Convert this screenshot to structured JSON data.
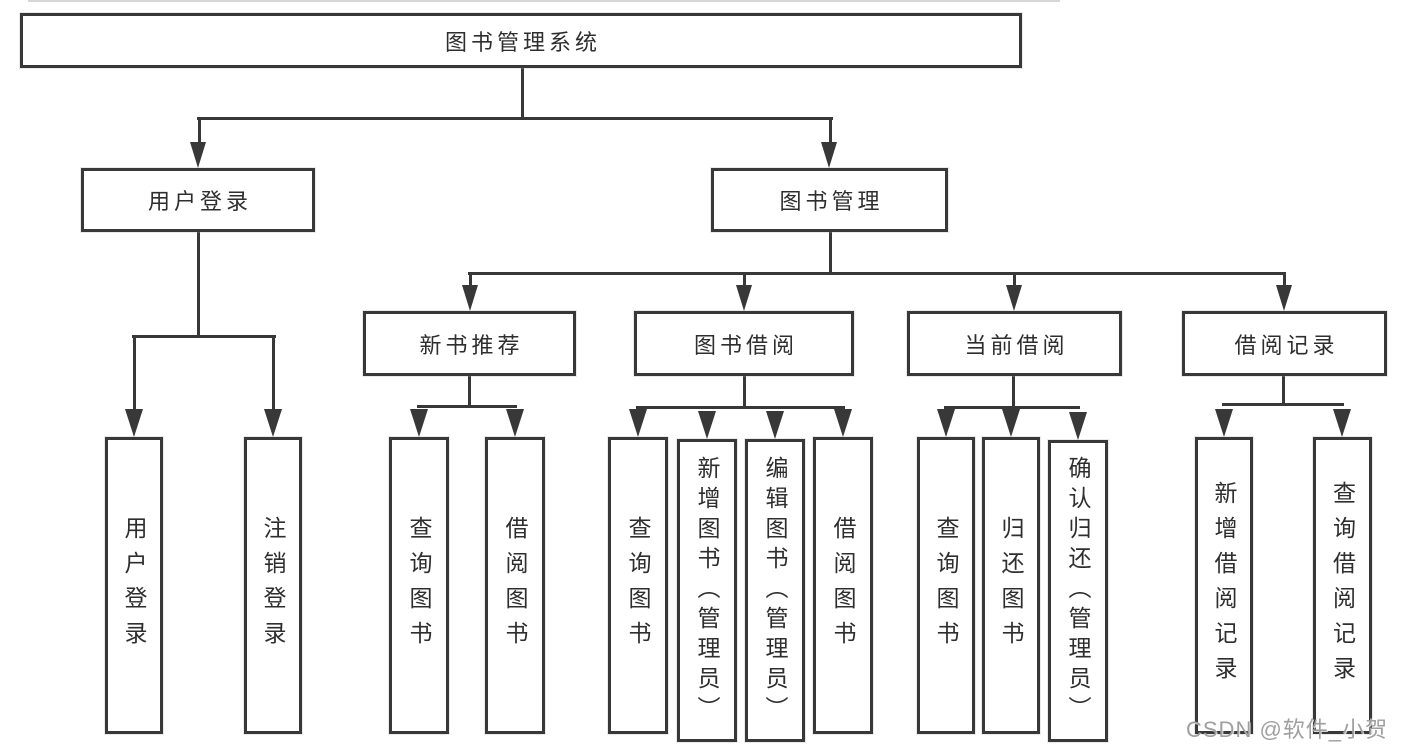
{
  "diagram_title": "图书管理系统",
  "colors": {
    "line": "#383838",
    "text": "#2e2e2e",
    "background": "#ffffff",
    "watermark": "#9f9f9f"
  },
  "nodes": {
    "root": {
      "label": "图书管理系统"
    },
    "level2": {
      "user_login_group": {
        "label": "用户登录"
      },
      "book_management": {
        "label": "图书管理"
      }
    },
    "level3": {
      "new_book_recommend": {
        "label": "新书推荐"
      },
      "book_borrowing": {
        "label": "图书借阅"
      },
      "current_borrowing": {
        "label": "当前借阅"
      },
      "borrowing_records": {
        "label": "借阅记录"
      }
    },
    "leaves": {
      "user_login": {
        "label": "用户登录"
      },
      "logout_login": {
        "label": "注销登录"
      },
      "rec_query_books": {
        "label": "查询图书"
      },
      "rec_borrow_books": {
        "label": "借阅图书"
      },
      "bb_query_books": {
        "label": "查询图书"
      },
      "bb_add_books": {
        "label": "新增图书（管理员）"
      },
      "bb_edit_books": {
        "label": "编辑图书（管理员）"
      },
      "bb_borrow_books": {
        "label": "借阅图书"
      },
      "cb_query_books": {
        "label": "查询图书"
      },
      "cb_return_books": {
        "label": "归还图书"
      },
      "cb_confirm_return": {
        "label": "确认归还（管理员）"
      },
      "br_add_record": {
        "label": "新增借阅记录"
      },
      "br_query_record": {
        "label": "查询借阅记录"
      }
    }
  },
  "watermark": {
    "text": "CSDN @软件_小贺同学"
  }
}
